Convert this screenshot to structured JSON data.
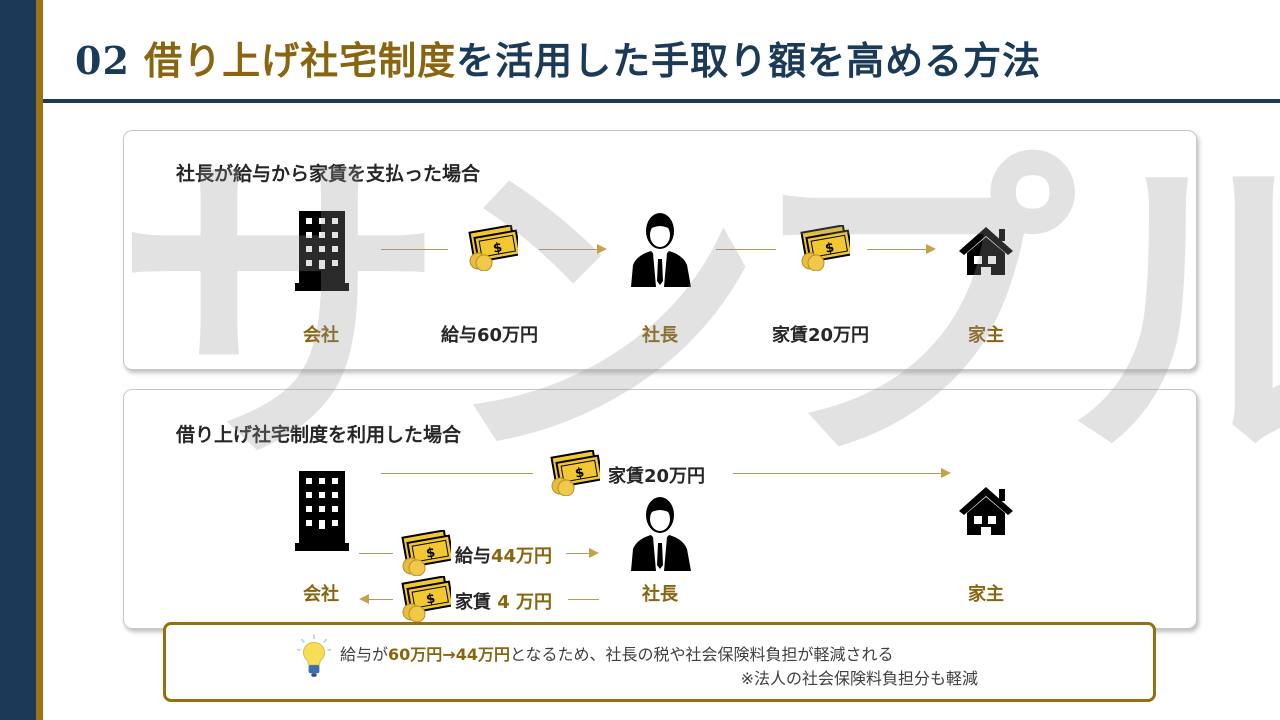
{
  "title": {
    "number": "02 ",
    "highlight": "借り上げ社宅制度",
    "rest": "を活用した手取り額を高める方法"
  },
  "watermark": "サンプル",
  "case1": {
    "heading": "社長が給与から家賃を支払った場合",
    "company": "会社",
    "salary": "給与60万円",
    "president": "社長",
    "rent": "家賃20万円",
    "landlord": "家主"
  },
  "case2": {
    "heading": "借り上げ社宅制度を利用した場合",
    "rent_top": "家賃20万円",
    "salary_prefix": "給与",
    "salary_amount": "44万円",
    "rent_prefix": "家賃",
    "rent_amount": " 4 万円",
    "company": "会社",
    "president": "社長",
    "landlord": "家主"
  },
  "note": {
    "p1": "給与が",
    "p2": "60万円→44万円",
    "p3": "となるため、社長の税や社会保険料負担が軽減される",
    "line2": "※法人の社会保険料負担分も軽減"
  },
  "colors": {
    "navy": "#1b3a57",
    "gold": "#8a6510"
  }
}
